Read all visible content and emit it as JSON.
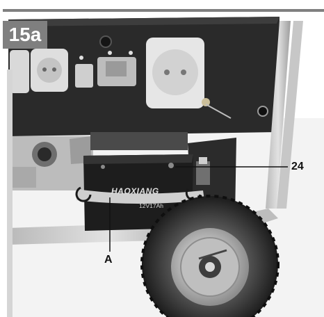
{
  "figure": {
    "step_label": "15a",
    "callouts": {
      "battery_terminal": "24",
      "strap": "A"
    },
    "battery": {
      "brand": "HAOXIANG",
      "spec": "12V17Ah"
    }
  }
}
